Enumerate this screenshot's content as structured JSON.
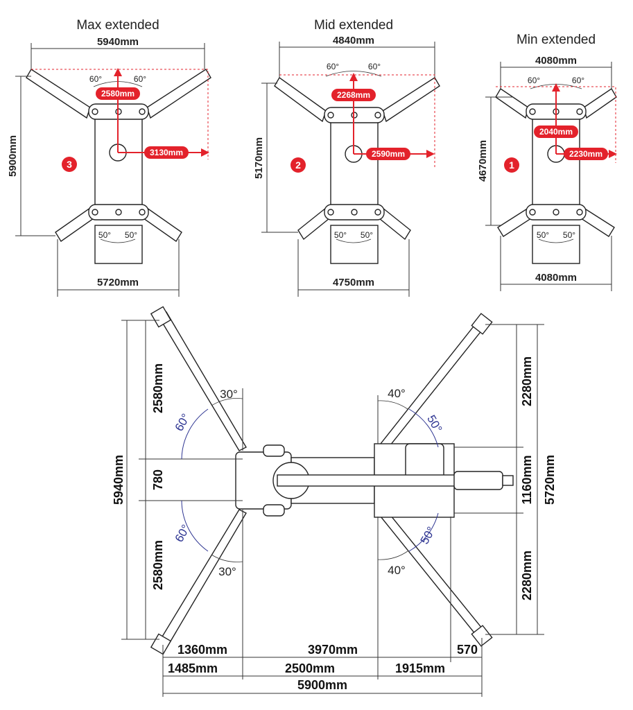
{
  "top_views": [
    {
      "title": "Max extended",
      "badge": "3",
      "top_width": "5940mm",
      "height": "5900mm",
      "bottom_width": "5720mm",
      "angle_top": "60°",
      "angle_bottom": "50°",
      "red_vertical": "2580mm",
      "red_horizontal": "3130mm"
    },
    {
      "title": "Mid extended",
      "badge": "2",
      "top_width": "4840mm",
      "height": "5170mm",
      "bottom_width": "4750mm",
      "angle_top": "60°",
      "angle_bottom": "50°",
      "red_vertical": "2268mm",
      "red_horizontal": "2590mm"
    },
    {
      "title": "Min extended",
      "badge": "1",
      "top_width": "4080mm",
      "height": "4670mm",
      "bottom_width": "4080mm",
      "angle_top": "60°",
      "angle_bottom": "50°",
      "red_vertical": "2040mm",
      "red_horizontal": "2230mm"
    }
  ],
  "main_view": {
    "left_total": "5940mm",
    "left_upper": "2580mm",
    "left_middle": "780",
    "left_lower": "2580mm",
    "right_total": "5720mm",
    "right_upper": "2280mm",
    "right_middle": "1160mm",
    "right_lower": "2280mm",
    "row1": [
      "1360mm",
      "3970mm",
      "570"
    ],
    "row2": [
      "1485mm",
      "2500mm",
      "1915mm"
    ],
    "total_length": "5900mm",
    "angles": {
      "left_top_outer": "30°",
      "left_top_inner": "60°",
      "left_bottom_inner": "60°",
      "left_bottom_outer": "30°",
      "right_top_outer": "40°",
      "right_top_inner": "50°",
      "right_bottom_inner": "50°",
      "right_bottom_outer": "40°"
    }
  },
  "colors": {
    "accent_red": "#e3222b",
    "angle_blue": "#2e3592"
  }
}
